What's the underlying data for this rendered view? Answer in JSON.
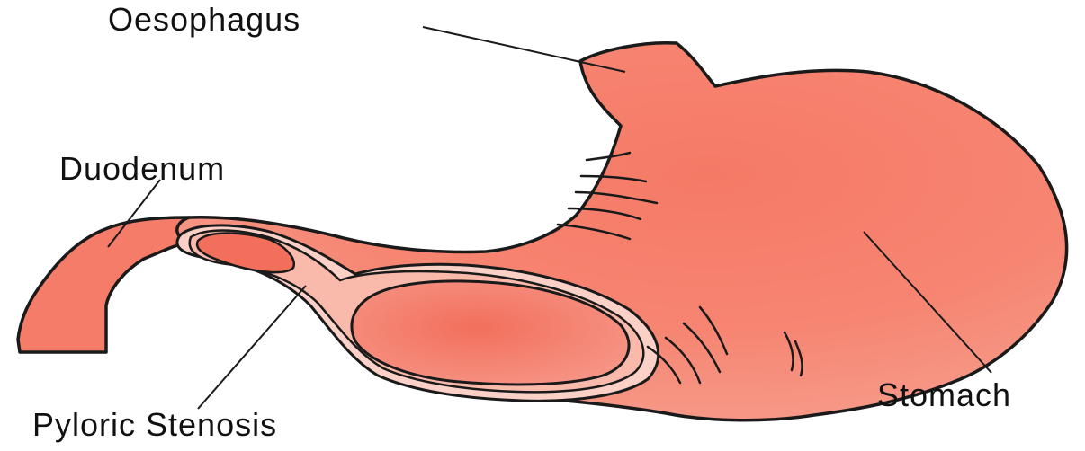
{
  "labels": {
    "oesophagus": "Oesophagus",
    "duodenum": "Duodenum",
    "pyloric_stenosis": "Pyloric Stenosis",
    "stomach": "Stomach"
  },
  "colors": {
    "tissue": "#f47c68",
    "tissue_light": "#f9b4a6",
    "tissue_pale": "#fbd0c6",
    "outline": "#1a1a1a",
    "text": "#111111",
    "background": "#ffffff"
  }
}
